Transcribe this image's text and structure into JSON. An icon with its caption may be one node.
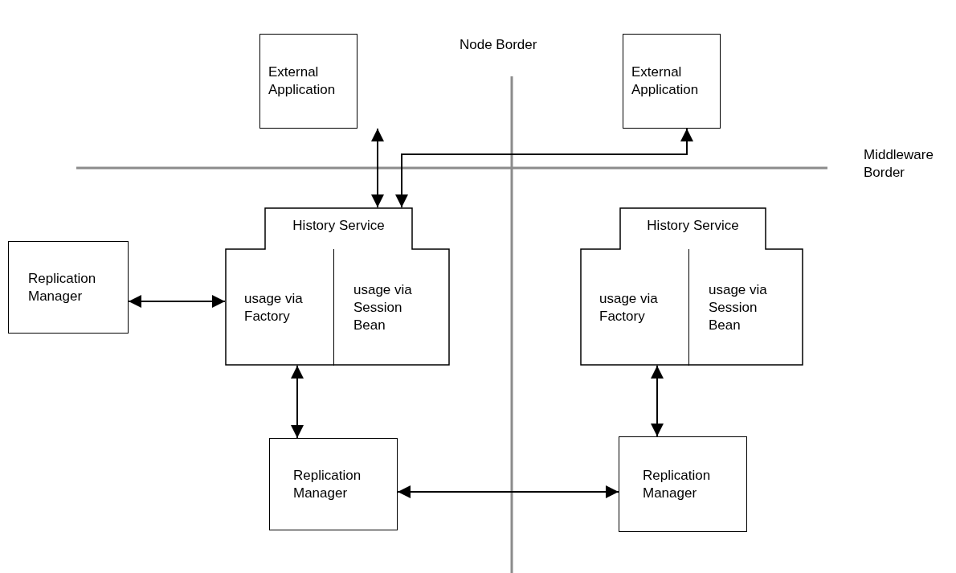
{
  "diagram": {
    "nodes": [
      {
        "text": [
          "External Application"
        ]
      },
      {
        "text": [
          "External Application"
        ]
      },
      {
        "text": [
          "Replication Manager"
        ]
      },
      {
        "text": [
          "History Service"
        ]
      },
      {
        "text": [
          "usage via Factory"
        ],
        "in": 3
      },
      {
        "text": [
          "usage via Session Bean"
        ],
        "in": 3
      },
      {
        "text": [
          "History Service"
        ]
      },
      {
        "text": [
          "usage via Factory"
        ],
        "in": 6
      },
      {
        "text": [
          "usage via Session Bean"
        ],
        "in": 6
      },
      {
        "text": [
          "Replication Manager"
        ]
      },
      {
        "text": [
          "Replication Manager"
        ]
      }
    ],
    "edges": [
      {
        "from": 3,
        "to": 0,
        "arrow": "both"
      },
      {
        "from": 3,
        "to": 1,
        "arrow": "both"
      },
      {
        "from": 2,
        "to": 3,
        "arrow": "both"
      },
      {
        "from": 3,
        "to": 9,
        "arrow": "both"
      },
      {
        "from": 6,
        "to": 10,
        "arrow": "both"
      },
      {
        "from": 9,
        "to": 10,
        "arrow": "both"
      }
    ],
    "labels": [
      "Node Border",
      "Middleware Border"
    ]
  }
}
